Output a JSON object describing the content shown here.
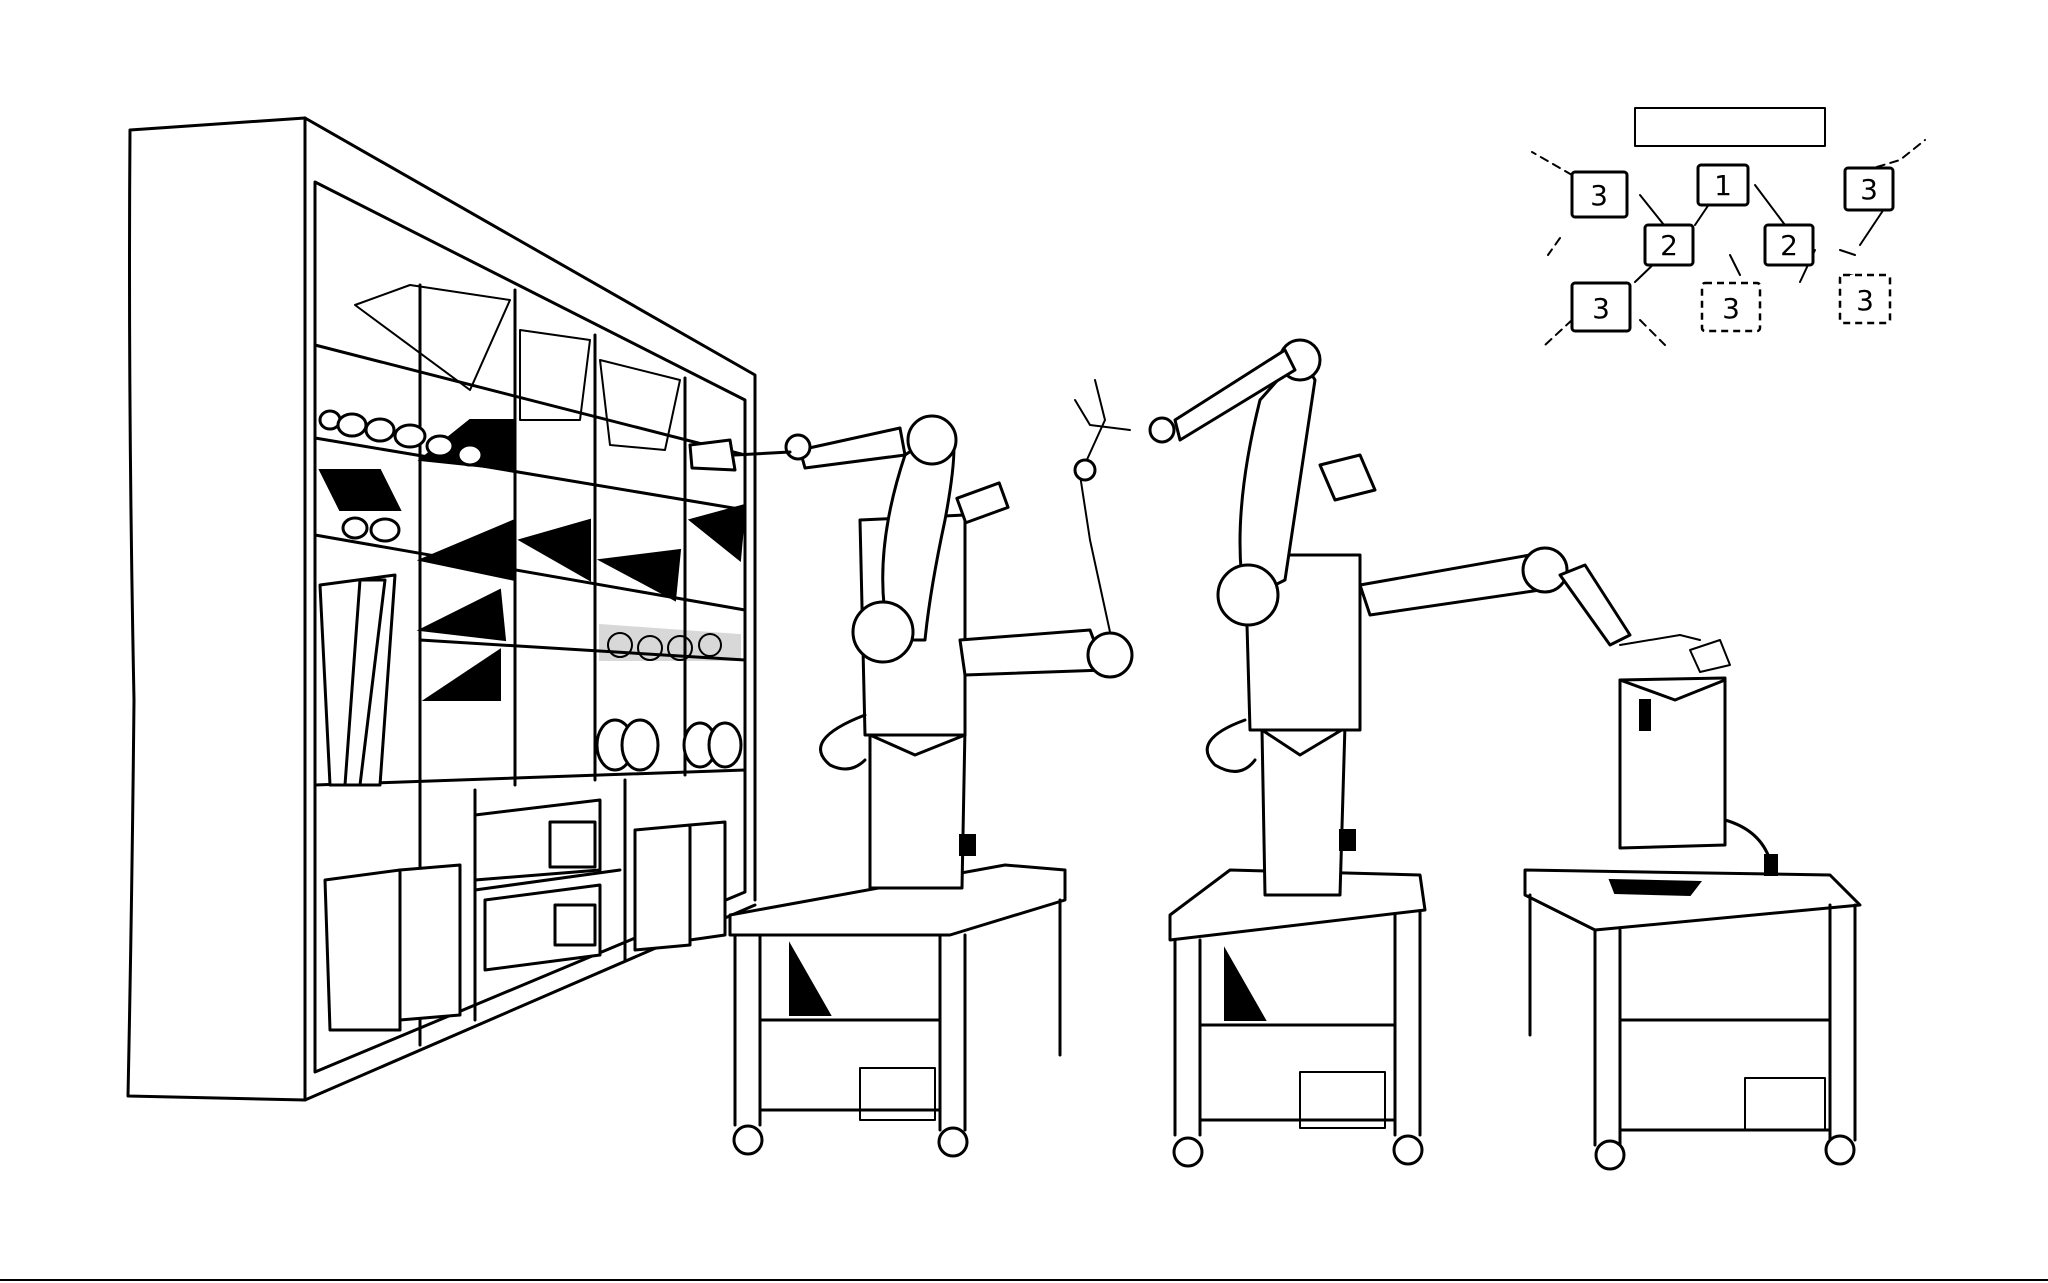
{
  "diagram": {
    "legend": {
      "title_box": "",
      "nodes": [
        {
          "id": "n1",
          "label": "1",
          "style": "solid"
        },
        {
          "id": "n2a",
          "label": "2",
          "style": "solid"
        },
        {
          "id": "n2b",
          "label": "2",
          "style": "solid"
        },
        {
          "id": "n3a",
          "label": "3",
          "style": "solid"
        },
        {
          "id": "n3b",
          "label": "3",
          "style": "solid"
        },
        {
          "id": "n3c",
          "label": "3",
          "style": "solid"
        },
        {
          "id": "n3d",
          "label": "3",
          "style": "dashed"
        },
        {
          "id": "n3e",
          "label": "3",
          "style": "dashed"
        }
      ]
    },
    "stroke_color": "#000000",
    "background_color": "#ffffff"
  }
}
